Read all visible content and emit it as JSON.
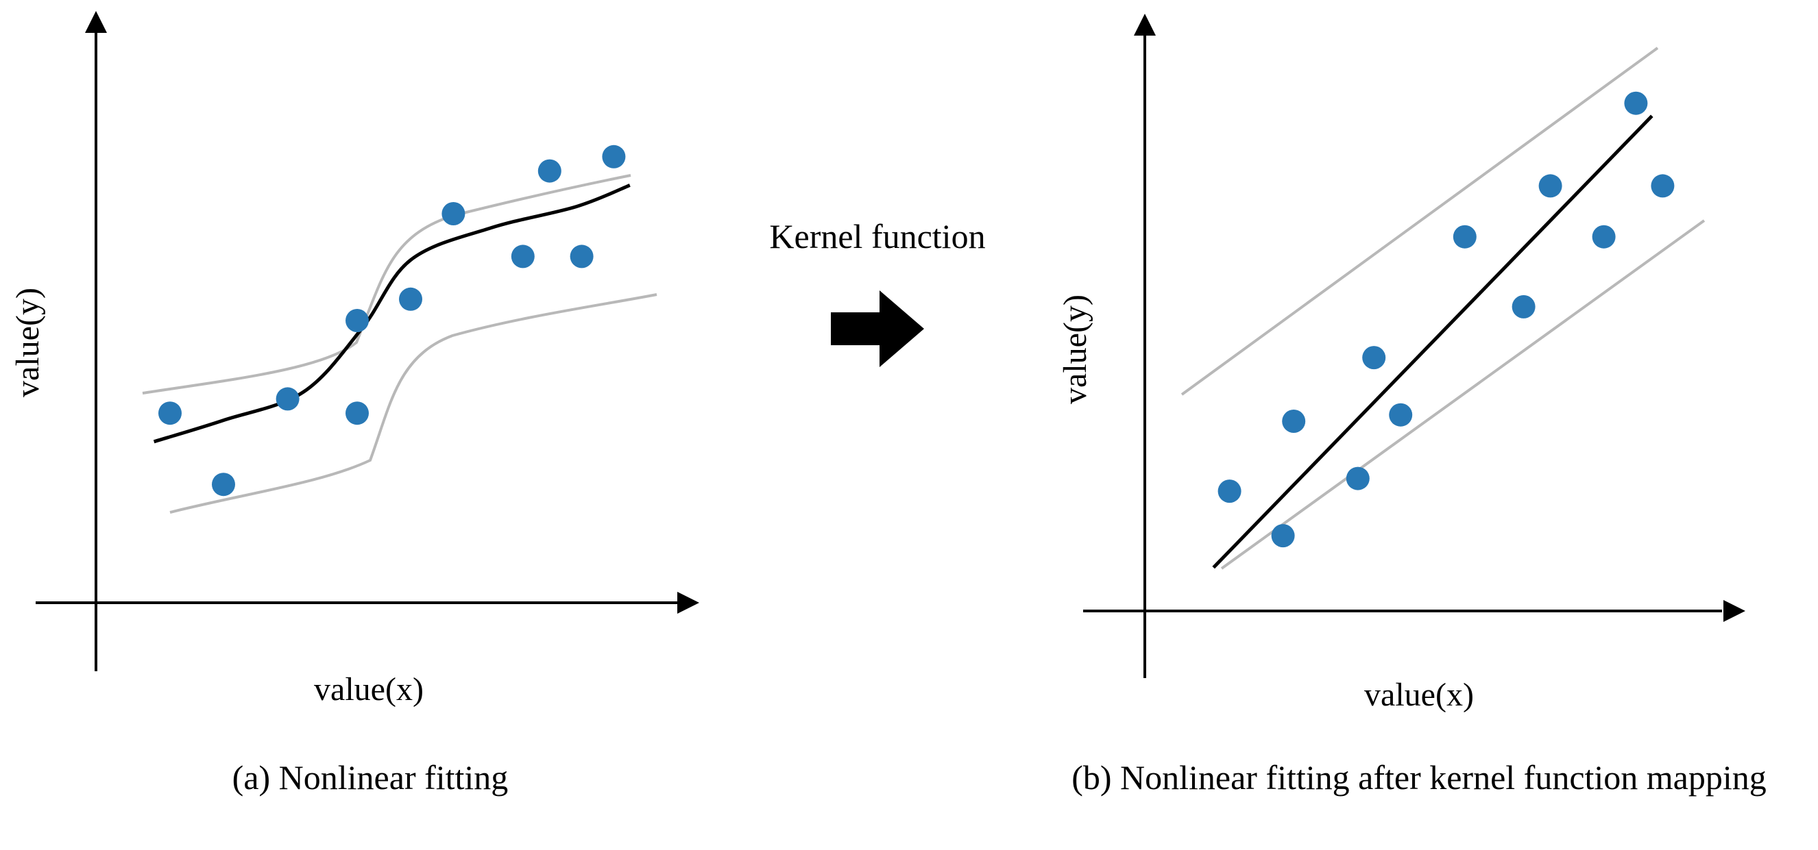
{
  "colors": {
    "point": "#2878b5",
    "fit": "#000000",
    "band": "#b8b8b8",
    "axis": "#000000",
    "arrow": "#000000"
  },
  "kernel_label": "Kernel function",
  "panel_a": {
    "caption": "(a) Nonlinear fitting",
    "xlabel": "value(x)",
    "ylabel": "value(y)",
    "points": [
      [
        1,
        4.2
      ],
      [
        2,
        3.2
      ],
      [
        3.2,
        4.4
      ],
      [
        4.5,
        4.2
      ],
      [
        4.5,
        5.5
      ],
      [
        5.5,
        5.8
      ],
      [
        6.3,
        7.0
      ],
      [
        7.6,
        6.4
      ],
      [
        8.1,
        7.6
      ],
      [
        8.7,
        6.4
      ],
      [
        9.3,
        7.8
      ]
    ],
    "fit": [
      [
        0.7,
        3.8
      ],
      [
        2,
        4.1
      ],
      [
        3.5,
        4.5
      ],
      [
        4.6,
        5.4
      ],
      [
        5.5,
        6.35
      ],
      [
        7,
        6.8
      ],
      [
        8.6,
        7.1
      ],
      [
        9.6,
        7.4
      ]
    ]
  },
  "panel_b": {
    "caption": "(b) Nonlinear fitting after kernel function mapping",
    "xlabel": "value(x)",
    "ylabel": "value(y)",
    "points": [
      [
        1.2,
        3.8
      ],
      [
        2.2,
        3.1
      ],
      [
        2.4,
        4.9
      ],
      [
        3.6,
        4.0
      ],
      [
        3.9,
        5.9
      ],
      [
        4.4,
        5.0
      ],
      [
        5.6,
        7.8
      ],
      [
        6.7,
        6.7
      ],
      [
        7.2,
        8.6
      ],
      [
        8.2,
        7.8
      ],
      [
        8.8,
        9.9
      ],
      [
        9.3,
        8.6
      ]
    ],
    "fit": [
      [
        0.9,
        2.6
      ],
      [
        9.1,
        9.7
      ]
    ]
  }
}
